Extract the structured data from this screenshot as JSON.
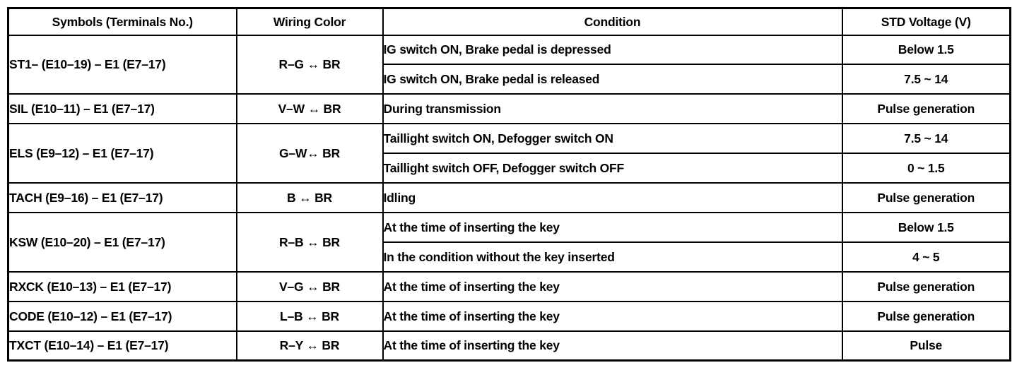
{
  "table": {
    "headers": {
      "symbols": "Symbols (Terminals No.)",
      "wiring_color": "Wiring Color",
      "condition": "Condition",
      "std_voltage": "STD Voltage (V)"
    },
    "rows": [
      {
        "symbol": "ST1– (E10–19) – E1 (E7–17)",
        "wiring_color": "R–G ↔ BR",
        "span": 2,
        "entries": [
          {
            "condition": "IG switch ON, Brake pedal is depressed",
            "std_voltage": "Below 1.5"
          },
          {
            "condition": "IG switch ON, Brake pedal is released",
            "std_voltage": "7.5 ~ 14"
          }
        ]
      },
      {
        "symbol": "SIL (E10–11) – E1 (E7–17)",
        "wiring_color": "V–W ↔ BR",
        "span": 1,
        "entries": [
          {
            "condition": "During transmission",
            "std_voltage": "Pulse generation"
          }
        ]
      },
      {
        "symbol": "ELS (E9–12) – E1 (E7–17)",
        "wiring_color": "G–W↔ BR",
        "span": 2,
        "entries": [
          {
            "condition": "Taillight switch ON, Defogger switch ON",
            "std_voltage": "7.5 ~ 14"
          },
          {
            "condition": "Taillight switch OFF, Defogger switch OFF",
            "std_voltage": "0 ~ 1.5"
          }
        ]
      },
      {
        "symbol": "TACH (E9–16) – E1 (E7–17)",
        "wiring_color": "B ↔ BR",
        "span": 1,
        "entries": [
          {
            "condition": "Idling",
            "std_voltage": "Pulse generation"
          }
        ]
      },
      {
        "symbol": "KSW (E10–20) – E1 (E7–17)",
        "wiring_color": "R–B ↔ BR",
        "span": 2,
        "entries": [
          {
            "condition": "At the time of inserting the key",
            "std_voltage": "Below 1.5"
          },
          {
            "condition": "In the condition without the key inserted",
            "std_voltage": "4 ~  5"
          }
        ]
      },
      {
        "symbol": "RXCK (E10–13) – E1 (E7–17)",
        "wiring_color": "V–G ↔ BR",
        "span": 1,
        "entries": [
          {
            "condition": "At the time of inserting the key",
            "std_voltage": "Pulse generation"
          }
        ]
      },
      {
        "symbol": "CODE (E10–12) – E1 (E7–17)",
        "wiring_color": "L–B ↔ BR",
        "span": 1,
        "entries": [
          {
            "condition": "At the time of inserting the key",
            "std_voltage": "Pulse generation"
          }
        ]
      },
      {
        "symbol": "TXCT (E10–14) – E1 (E7–17)",
        "wiring_color": "R–Y ↔ BR",
        "span": 1,
        "entries": [
          {
            "condition": "At the time of inserting the key",
            "std_voltage": "Pulse"
          }
        ]
      }
    ]
  },
  "colors": {
    "border": "#000000",
    "background": "#ffffff",
    "text": "#000000"
  }
}
